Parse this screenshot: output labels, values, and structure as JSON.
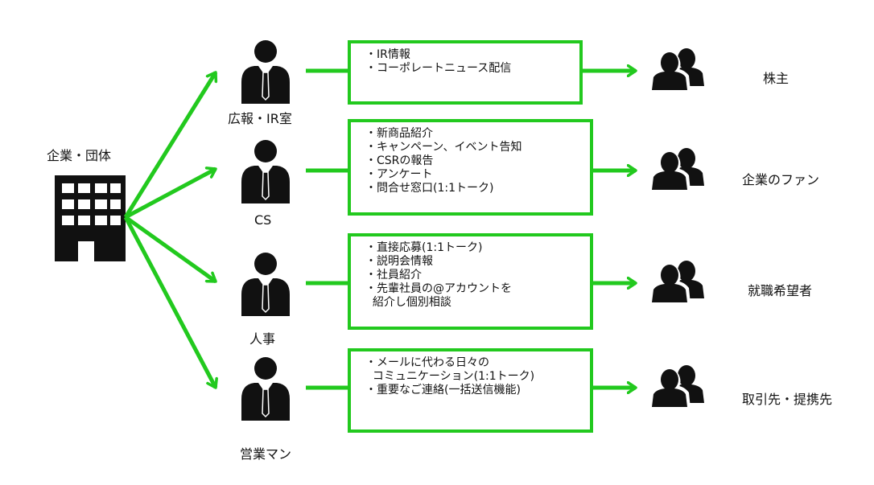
{
  "source": {
    "label": "企業・団体",
    "icon": "office-building-icon"
  },
  "colors": {
    "arrow": "#22c91e",
    "box_border": "#22c91e",
    "icon": "#111111"
  },
  "departments": [
    {
      "name": "広報・IR室",
      "icon": "businessman-icon",
      "items": [
        "・IR情報",
        "・コーポレートニュース配信"
      ],
      "audience": "株主",
      "audience_icon": "user-group-icon"
    },
    {
      "name": "CS",
      "icon": "businessman-icon",
      "items": [
        "・新商品紹介",
        "・キャンペーン、イベント告知",
        "・CSRの報告",
        "・アンケート",
        "・問合せ窓口(1:1トーク)"
      ],
      "audience": "企業のファン",
      "audience_icon": "user-group-icon"
    },
    {
      "name": "人事",
      "icon": "businessman-icon",
      "items": [
        "・直接応募(1:1トーク)",
        "・説明会情報",
        "・社員紹介",
        "・先輩社員の@アカウントを",
        "  紹介し個別相談"
      ],
      "audience": "就職希望者",
      "audience_icon": "user-group-icon"
    },
    {
      "name": "営業マン",
      "icon": "businessman-icon",
      "items": [
        "・メールに代わる日々の",
        "  コミュニケーション(1:1トーク)",
        "・重要なご連絡(一括送信機能)"
      ],
      "audience": "取引先・提携先",
      "audience_icon": "user-group-icon"
    }
  ]
}
